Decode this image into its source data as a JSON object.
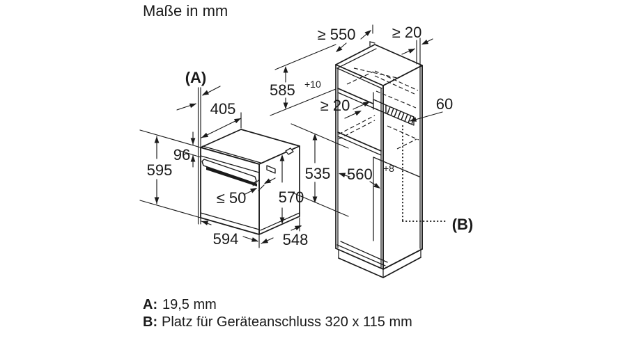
{
  "title": "Maße in mm",
  "oven": {
    "ref_a": "(A)",
    "top_depth": "405",
    "panel_height": "96",
    "height": "595",
    "handle_clearance": "≤ 50",
    "side_height": "570",
    "width": "594",
    "depth": "548"
  },
  "cabinet": {
    "min_depth": "≥ 550",
    "rear_gap": "≥ 20",
    "vent_gap": "≥ 20",
    "upper_niche_height": "585",
    "upper_niche_tolerance": "+10",
    "vent_width": "60",
    "niche_width": "560",
    "niche_width_tolerance": "+8",
    "niche_height": "535",
    "ref_b": "(B)"
  },
  "legend": {
    "a_key": "A:",
    "a_value": "19,5 mm",
    "b_key": "B:",
    "b_value": "Platz für Geräteanschluss 320 x 115 mm"
  },
  "colors": {
    "line": "#1a1a1a",
    "background": "#ffffff"
  }
}
